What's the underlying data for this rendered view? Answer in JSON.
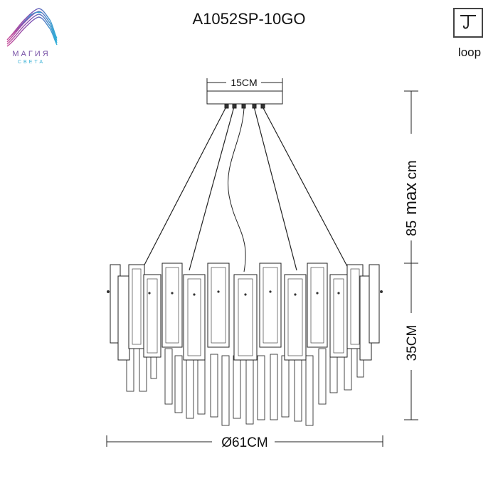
{
  "brand": {
    "name": "МАГИЯ",
    "tagline": "СВЕТА"
  },
  "product": {
    "model": "A1052SP-10GO"
  },
  "mounting": {
    "icon": "loop-hook-icon",
    "label": "loop"
  },
  "dimensions": {
    "canopy_width": "15CM",
    "chain_length_value": "85",
    "chain_length_max": "max",
    "chain_length_unit": "cm",
    "body_height": "35CM",
    "diameter": "Ø61CM"
  }
}
